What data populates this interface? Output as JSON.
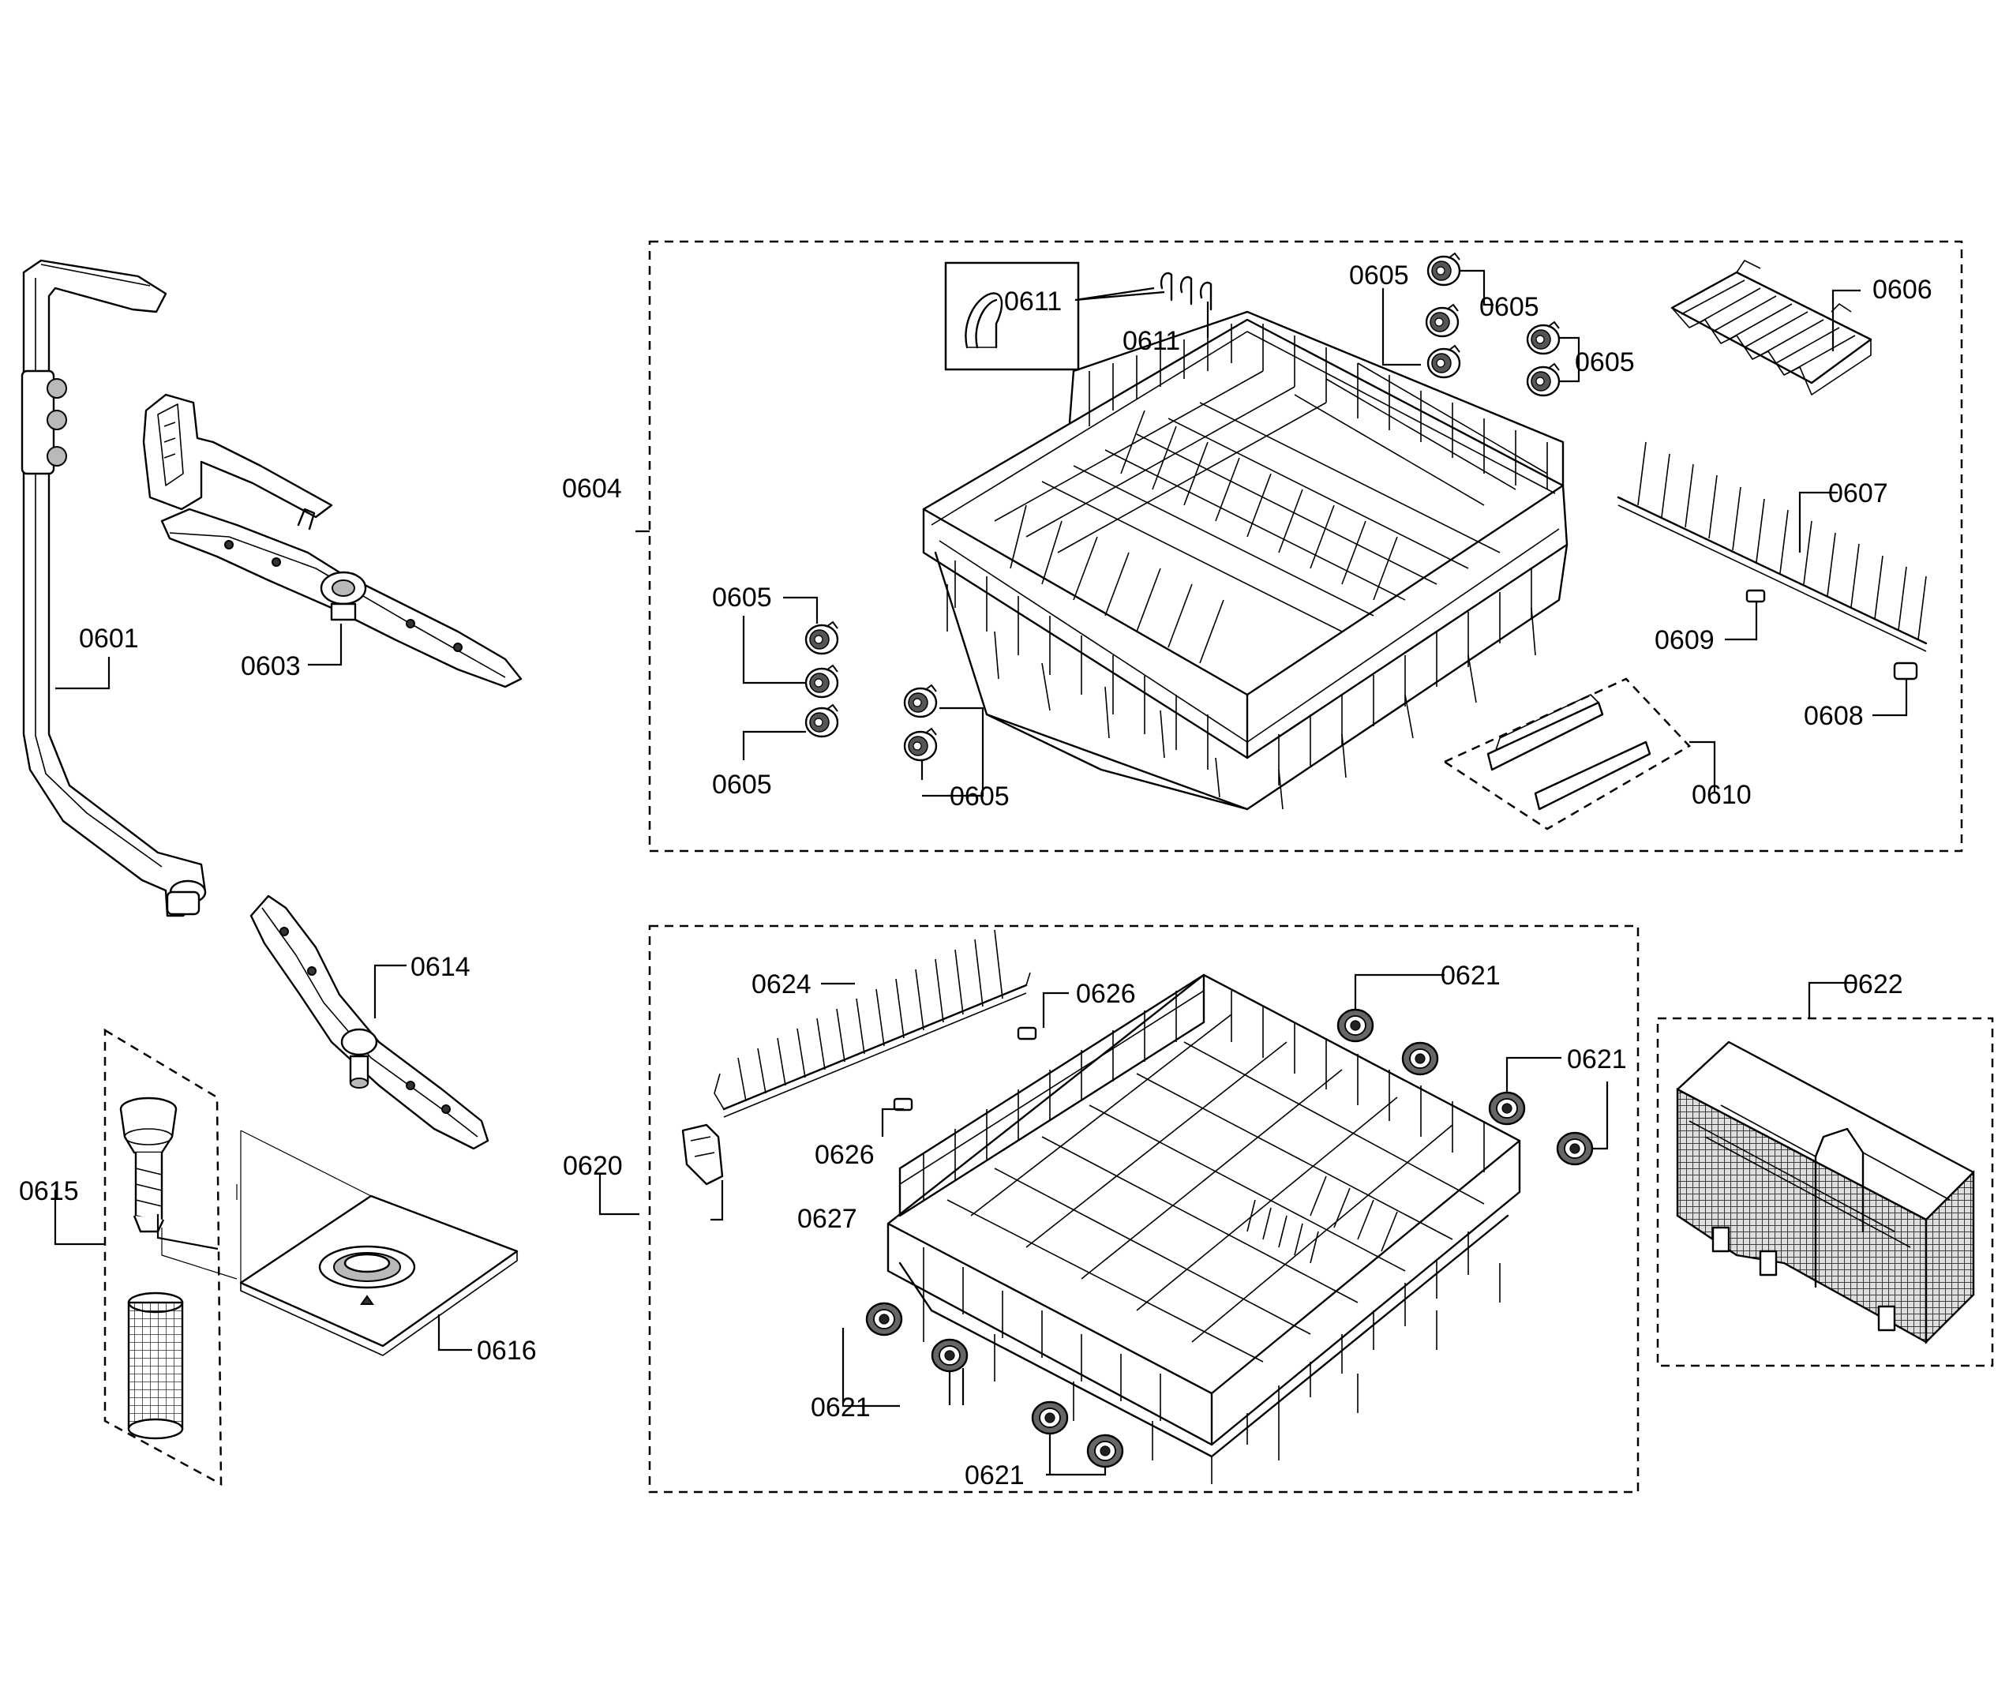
{
  "labels": {
    "p0601": "0601",
    "p0603": "0603",
    "p0604": "0604",
    "p0605": "0605",
    "p0606": "0606",
    "p0607": "0607",
    "p0608": "0608",
    "p0609": "0609",
    "p0610": "0610",
    "p0611": "0611",
    "p0614": "0614",
    "p0615": "0615",
    "p0616": "0616",
    "p0620": "0620",
    "p0621": "0621",
    "p0622": "0622",
    "p0624": "0624",
    "p0626": "0626",
    "p0627": "0627"
  }
}
